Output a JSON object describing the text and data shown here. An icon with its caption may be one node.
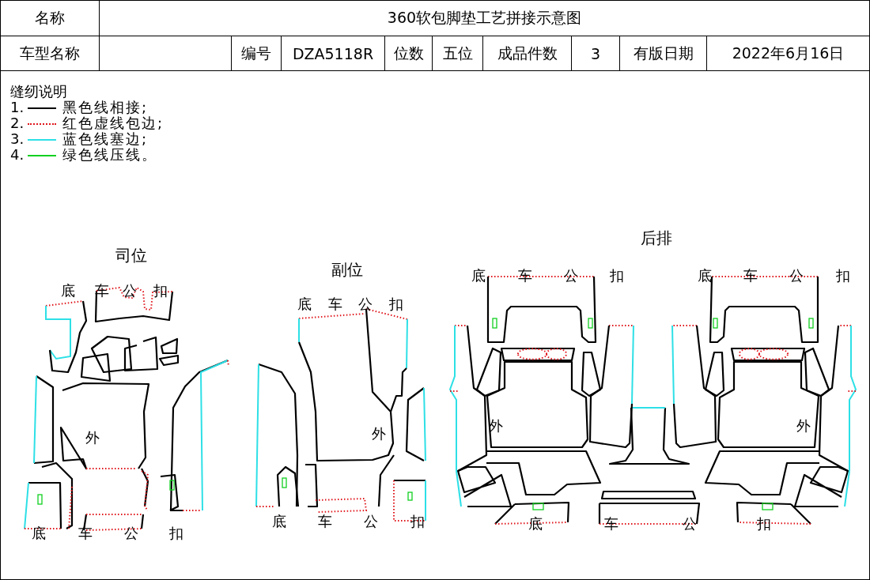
{
  "diagram": {
    "title": "360软包脚垫工艺拼接示意图",
    "labels": [
      "名称",
      "车型名称",
      "编号",
      "DZA5118R",
      "位数",
      "五位",
      "成品件数",
      "3",
      "有版日期",
      "2022年6月16日",
      "缝纫说明",
      "1.",
      "2.",
      "3.",
      "4.",
      "司位",
      "副位",
      "后排",
      "底",
      "车",
      "公",
      "扣",
      "底",
      "车",
      "公",
      "扣",
      "底",
      "车",
      "公",
      "扣",
      "底",
      "车",
      "公",
      "扣",
      "底",
      "车",
      "公",
      "扣",
      "底",
      "车",
      "公",
      "扣",
      "底",
      "车",
      "公",
      "扣",
      "外",
      "外",
      "外",
      "外"
    ],
    "legend": [
      {
        "text": "黑色线相接;"
      },
      {
        "text": "红色虚线包边;"
      },
      {
        "text": "蓝色线塞边;"
      },
      {
        "text": "绿色线压线。"
      }
    ]
  }
}
